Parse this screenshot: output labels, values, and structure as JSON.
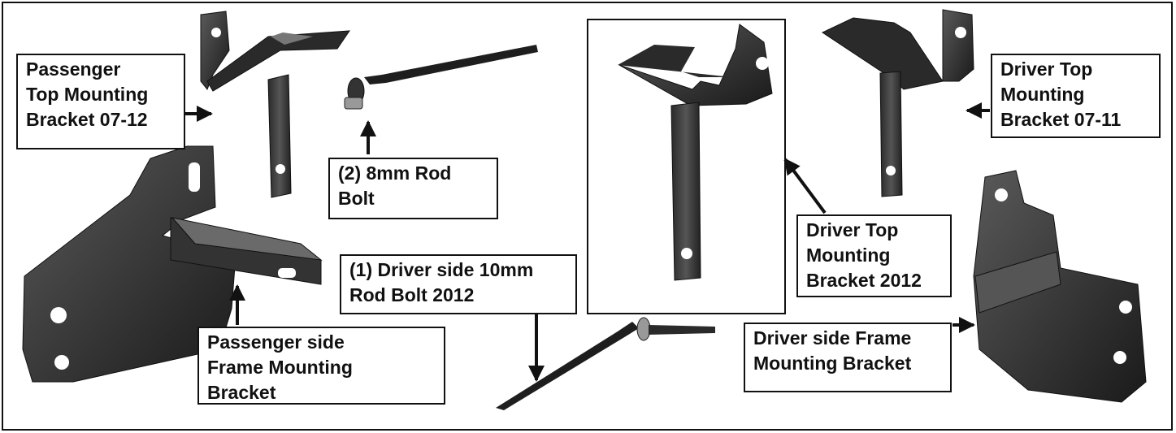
{
  "labels": {
    "passenger_top": "Passenger\nTop Mounting\nBracket 07-12",
    "rod_bolt_8mm": "(2) 8mm Rod\nBolt",
    "driver_rod_bolt_10mm": "(1) Driver side 10mm\nRod Bolt 2012",
    "passenger_frame": "Passenger side\nFrame Mounting\nBracket",
    "driver_top_2012": "Driver Top\nMounting\nBracket 2012",
    "driver_top_07_11": "Driver Top\nMounting\nBracket 07-11",
    "driver_frame": "Driver side Frame\nMounting Bracket"
  },
  "colors": {
    "line": "#111111",
    "metal_dark": "#1e1e1e",
    "metal_mid": "#3a3a3a",
    "metal_light": "#6a6a6a"
  }
}
